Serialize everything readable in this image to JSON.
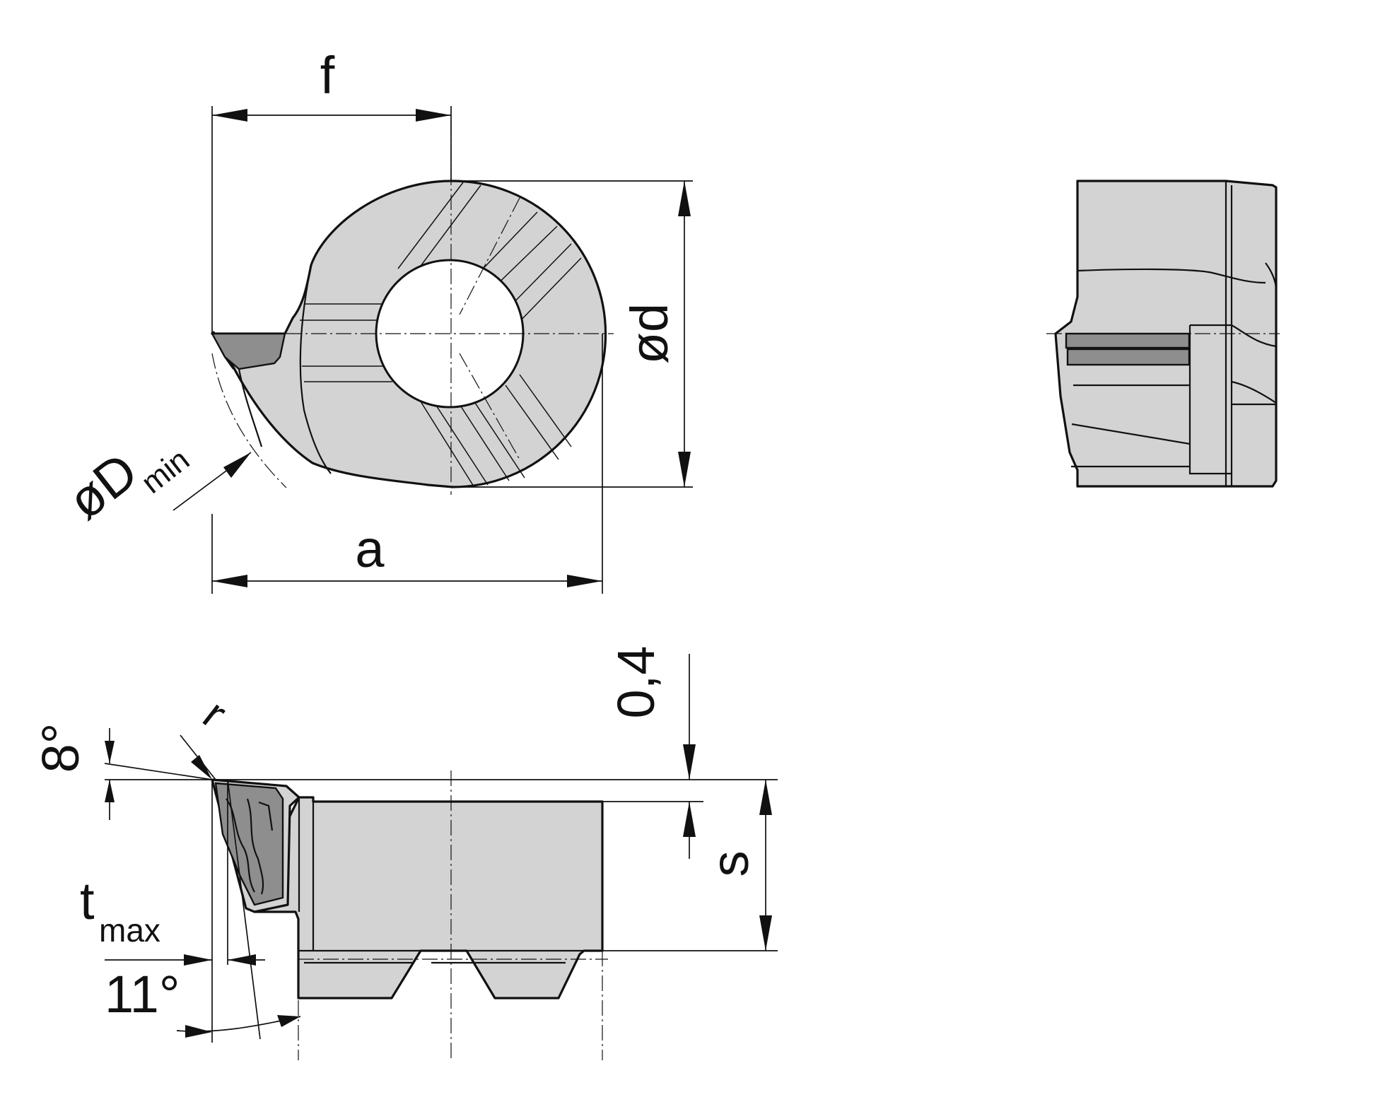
{
  "labels": {
    "f": "f",
    "d": "ød",
    "a": "a",
    "D_prefix": "øD",
    "D_sub": "min",
    "r": "r",
    "eight_deg": "8°",
    "zero_four": "0,4",
    "s": "s",
    "t": "t",
    "t_sub": "max",
    "eleven_deg": "11°"
  },
  "colors": {
    "body_fill": "#d3d3d3",
    "insert_fill": "#8e8e8e",
    "line": "#111111"
  }
}
